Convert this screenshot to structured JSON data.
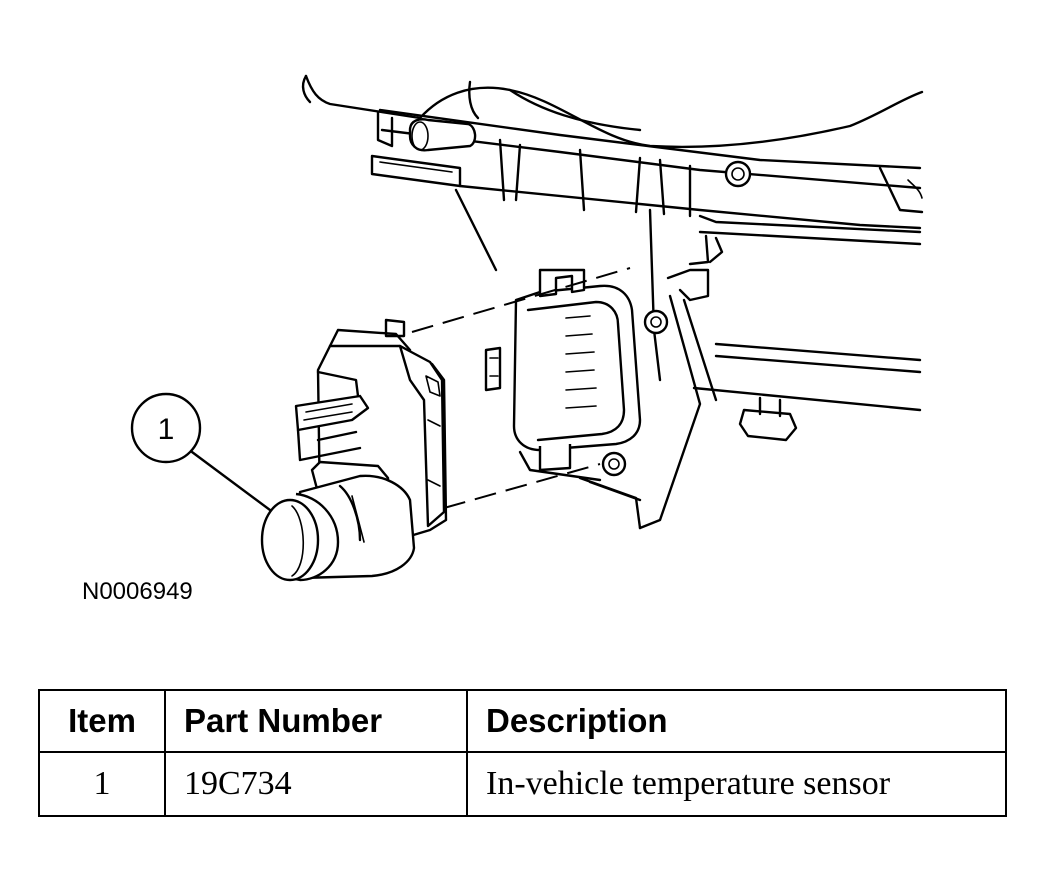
{
  "callout": {
    "number": "1"
  },
  "figure_id": "N0006949",
  "table": {
    "headers": {
      "item": "Item",
      "part_number": "Part Number",
      "description": "Description"
    },
    "rows": [
      {
        "item": "1",
        "part_number": "19C734",
        "description": "In-vehicle temperature sensor"
      }
    ]
  }
}
